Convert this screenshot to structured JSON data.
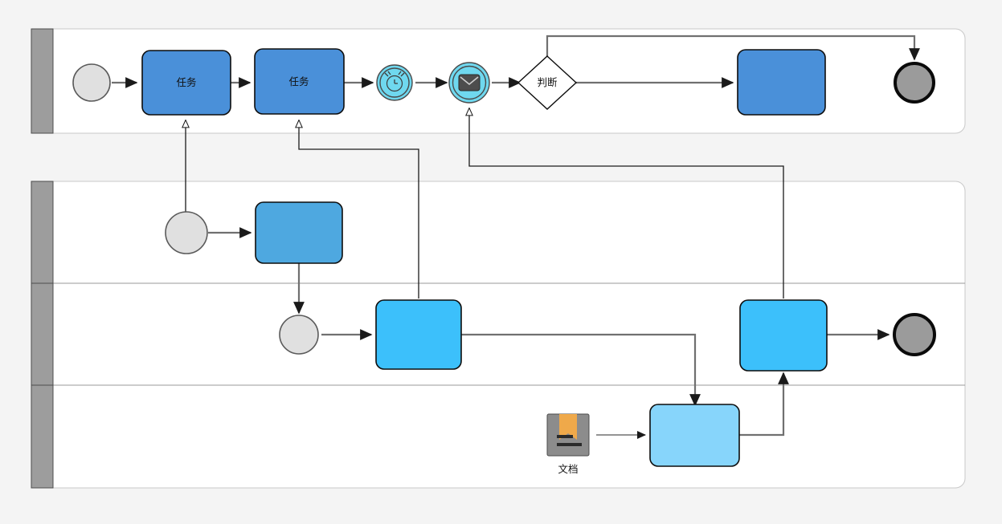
{
  "diagram": {
    "title": "BPMN Collaboration Diagram",
    "background_color": "#f4f4f4",
    "colors": {
      "task_blue": "#4a90d9",
      "task_blue_mid": "#4ea8e0",
      "task_cyan": "#3cc0fb",
      "task_light_blue": "#87d5fb",
      "event_cyan": "#6fd8ef",
      "start_event_fill": "#e0e0e0",
      "end_event_fill": "#9b9b9b",
      "lane_header_fill": "#9d9d9d",
      "doc_ribbon_orange": "#efa94a",
      "sequence_flow": "#707070",
      "message_flow": "#1a1a1a"
    }
  },
  "pools": [
    {
      "id": "pool-top",
      "name": "top-pool",
      "header_label": "",
      "lanes": [
        {
          "id": "lane-top-1",
          "name": "lane-top-1",
          "header_label": ""
        }
      ]
    },
    {
      "id": "pool-bottom",
      "name": "bottom-pool",
      "header_label": "",
      "lanes": [
        {
          "id": "lane-bottom-1",
          "name": "lane-bottom-1",
          "header_label": ""
        },
        {
          "id": "lane-bottom-2",
          "name": "lane-bottom-2",
          "header_label": ""
        },
        {
          "id": "lane-bottom-3",
          "name": "lane-bottom-3",
          "header_label": ""
        }
      ]
    }
  ],
  "nodes": {
    "start_event_top": {
      "type": "start-event",
      "label": ""
    },
    "task_1": {
      "type": "task",
      "label": "任务"
    },
    "task_2": {
      "type": "task",
      "label": "任务"
    },
    "timer_event": {
      "type": "intermediate-timer-event",
      "label": "",
      "icon": "timer-clock-icon"
    },
    "message_event": {
      "type": "intermediate-message-event",
      "label": "",
      "icon": "envelope-icon"
    },
    "gateway": {
      "type": "exclusive-gateway",
      "label": "判断"
    },
    "task_3": {
      "type": "task",
      "label": ""
    },
    "end_event_top": {
      "type": "end-event",
      "label": ""
    },
    "start_event_lane1": {
      "type": "start-event",
      "label": ""
    },
    "task_lane1": {
      "type": "task",
      "label": ""
    },
    "start_event_lane2": {
      "type": "start-event",
      "label": ""
    },
    "task_lane2_a": {
      "type": "task",
      "label": ""
    },
    "task_lane2_b": {
      "type": "task",
      "label": ""
    },
    "end_event_lane2": {
      "type": "end-event",
      "label": ""
    },
    "document_artifact": {
      "type": "data-object",
      "label": "文档",
      "icon": "document-icon"
    },
    "task_lane3": {
      "type": "task",
      "label": ""
    }
  }
}
